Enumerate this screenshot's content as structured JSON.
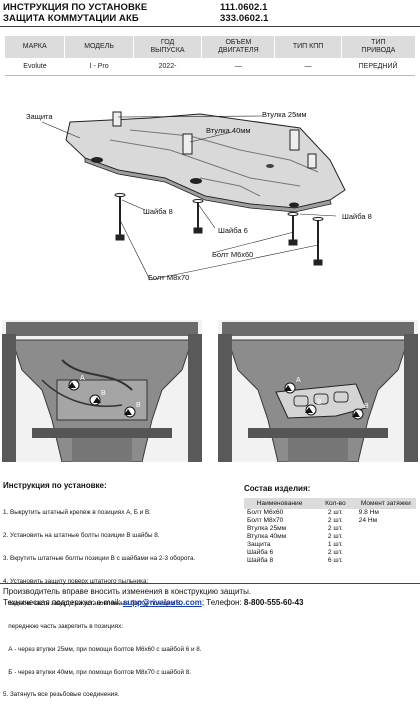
{
  "header": {
    "left_line1": "ИНСТРУКЦИЯ ПО УСТАНОВКЕ",
    "left_line2": "ЗАЩИТА КОММУТАЦИИ АКБ",
    "code1": "111.0602.1",
    "code2": "333.0602.1"
  },
  "spec_table": {
    "headers": [
      "МАРКА",
      "МОДЕЛЬ",
      "ГОД\nВЫПУСКА",
      "ОБЪЕМ\nДВИГАТЕЛЯ",
      "ТИП КПП",
      "ТИП\nПРИВОДА"
    ],
    "row": [
      "Evolute",
      "I - Pro",
      "2022-",
      "—",
      "—",
      "ПЕРЕДНИЙ"
    ]
  },
  "callouts": {
    "zashita": "Защита",
    "vtulka25": "Втулка 25мм",
    "vtulka40": "Втулка 40мм",
    "shaiba8_left": "Шайба 8",
    "shaiba8_right": "Шайба 8",
    "shaiba6": "Шайба 6",
    "bolt_m6": "Болт М6х60",
    "bolt_m8": "Болт М8х70"
  },
  "photo_labels": {
    "A": "A",
    "B": "B",
    "V": "В"
  },
  "instructions": {
    "title": "Инструкция по установке:",
    "lines": [
      "1. Выкрутить штатный крепеж в позициях А, Б и В.",
      "2. Установить на штатные болты позиции В шайбы 8.",
      "3. Вкрутить штатные болты позиции В с шайбами на 2-3 оборота.",
      "4. Установить защиту поверх штатного пыльника:",
      "   заднюю часть завести на установленные болты позиции В,",
      "   переднюю часть закрепить в позициях:",
      "   А - через втулки 25мм, при помощи болтов М6х60 с шайбой 6 и 8.",
      "   Б - через втулки 40мм, при помощи болтов М8х70 с шайбой 8.",
      "5. Затянуть все резьбовые соединения."
    ]
  },
  "parts": {
    "title": "Состав изделия:",
    "headers": [
      "Наименование",
      "Кол-во",
      "Момент затяжки"
    ],
    "rows": [
      [
        "Болт М6х60",
        "2 шт.",
        "9.8 Нм"
      ],
      [
        "Болт М8х70",
        "2 шт.",
        "24 Нм"
      ],
      [
        "Втулка 25мм",
        "2 шт.",
        ""
      ],
      [
        "Втулка 40мм",
        "2 шт.",
        ""
      ],
      [
        "Защита",
        "1 шт.",
        ""
      ],
      [
        "Шайба 6",
        "2 шт.",
        ""
      ],
      [
        "Шайба 8",
        "6 шт.",
        ""
      ]
    ]
  },
  "footer": {
    "line1": "Производитель вправе вносить изменения в конструкцию защиты.",
    "support_prefix": "Техническая поддержка:  e-mail: ",
    "email": "supp@rivalauto.com",
    "phone_prefix": "; Телефон: ",
    "phone": "8-800-555-60-43"
  },
  "colors": {
    "table_header_bg": "#dcdcdc",
    "plate_fill": "#d9d9d9",
    "link": "#1a3fb4"
  }
}
